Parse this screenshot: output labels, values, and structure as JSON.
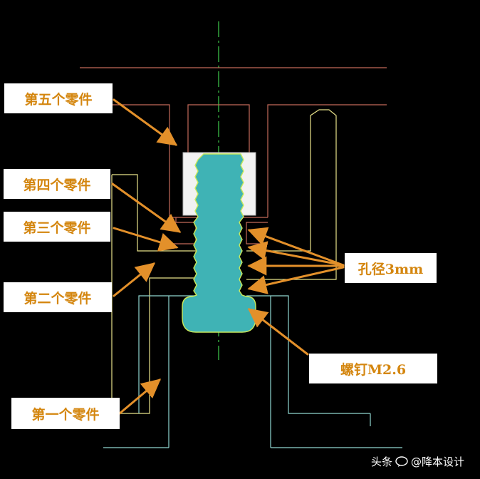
{
  "labels": {
    "part5": "第五个零件",
    "part4": "第四个零件",
    "part3": "第三个零件",
    "part2": "第二个零件",
    "part1": "第一个零件",
    "hole": "孔径3mm",
    "screw": "螺钉M2.6"
  },
  "watermark": {
    "prefix": "头条",
    "handle": "@降本设计"
  },
  "colors": {
    "background": "#000000",
    "label_text": "#d4860f",
    "arrow": "#e3902a",
    "outline_red": "#c46a5a",
    "outline_yellow": "#e8e28a",
    "outline_cyan": "#8fd6d0",
    "screw_fill": "#3fb3b5",
    "centerline": "#2f9a3a"
  }
}
